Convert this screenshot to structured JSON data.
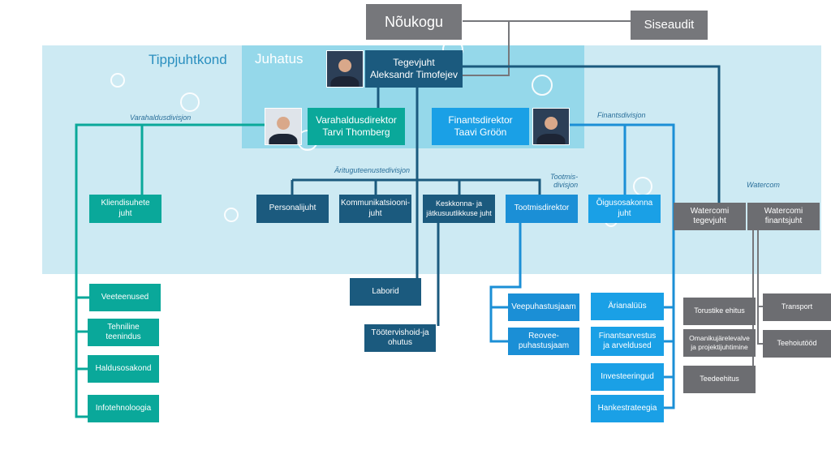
{
  "regions": {
    "tippjuhtkond": "Tippjuhtkond",
    "juhatus": "Juhatus"
  },
  "top": {
    "noukogu": "Nõukogu",
    "siseaudit": "Siseaudit"
  },
  "ceo": {
    "title": "Tegevjuht",
    "name": "Aleksandr Timofejev"
  },
  "directors": {
    "asset": {
      "title": "Varahaldusdirektor",
      "name": "Tarvi Thomberg"
    },
    "finance": {
      "title": "Finantsdirektor",
      "name": "Taavi Gröön"
    }
  },
  "division_labels": {
    "asset": "Varahaldusdivisjon",
    "finance": "Finantsdivisjon",
    "business": "Ärituguteenustedivisjon",
    "production_1": "Tootmis-",
    "production_2": "divisjon",
    "watercom": "Watercom"
  },
  "managers": {
    "kliendisuhete_1": "Kliendisuhete",
    "kliendisuhete_2": "juht",
    "personal": "Personalijuht",
    "kommunikatsioon_1": "Kommunikatsiooni-",
    "kommunikatsioon_2": "juht",
    "keskkonna_1": "Keskkonna- ja",
    "keskkonna_2": "jätkusuutlikkuse juht",
    "tootmisdirektor": "Tootmisdirektor",
    "oigusosakond_1": "Õigusosakonna",
    "oigusosakond_2": "juht",
    "wc_ceo_1": "Watercomi",
    "wc_ceo_2": "tegevjuht",
    "wc_fin_1": "Watercomi",
    "wc_fin_2": "finantsjuht"
  },
  "units": {
    "veeteenused": "Veeteenused",
    "tehniline_1": "Tehniline",
    "tehniline_2": "teenindus",
    "haldusosakond": "Haldusosakond",
    "infotehnoloogia": "Infotehnoloogia",
    "laborid": "Laborid",
    "tootervishoid_1": "Töötervishoid-ja",
    "tootervishoid_2": "ohutus",
    "veepuhastus": "Veepuhastusjaam",
    "reovee_1": "Reovee-",
    "reovee_2": "puhastusjaam",
    "arianaluus": "Ärianalüüs",
    "finantsarvestus_1": "Finantsarvestus",
    "finantsarvestus_2": "ja arveldused",
    "investeeringud": "Investeeringud",
    "hankestrateegia": "Hankestrateegia",
    "torustike": "Torustike ehitus",
    "omaniku_1": "Omanikujärelevalve",
    "omaniku_2": "ja projektijuhtimine",
    "teedeehitus": "Teedeehitus",
    "transport": "Transport",
    "teehoiu": "Teehoiutööd"
  },
  "colors": {
    "teal": "#0aa89a",
    "navy": "#1b5a7e",
    "blue": "#1b8fd6",
    "gray": "#76777b"
  }
}
